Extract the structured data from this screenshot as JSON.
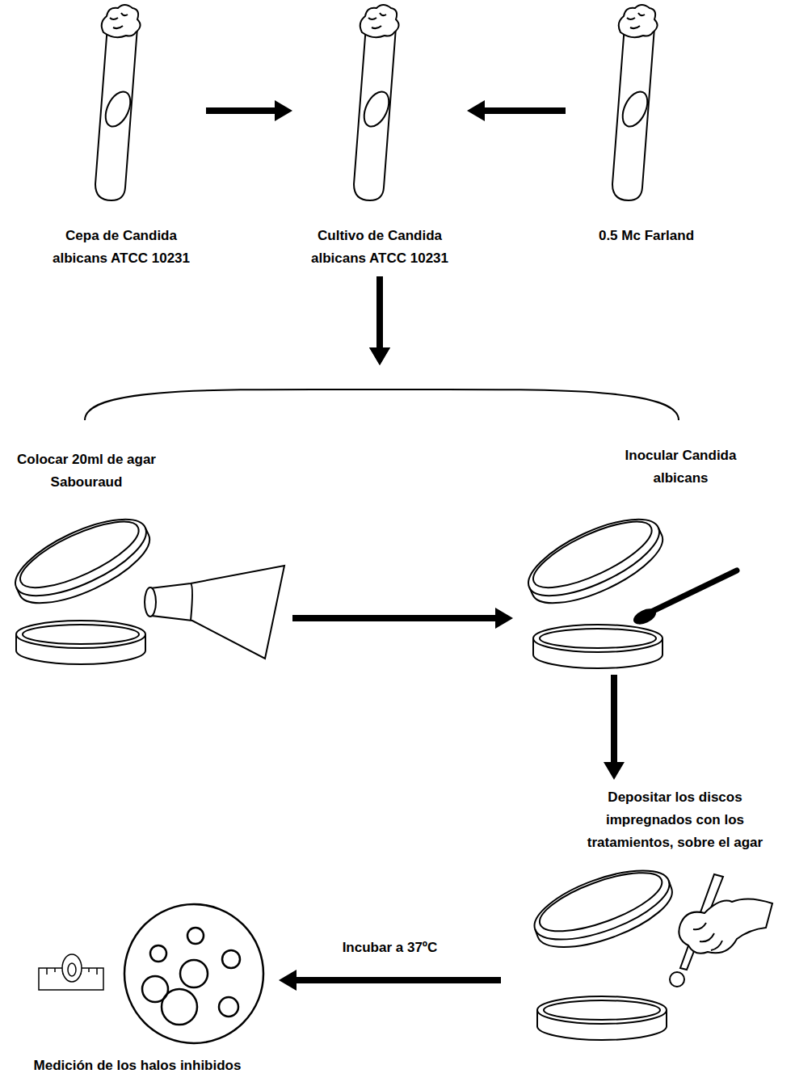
{
  "diagram": {
    "nodes": [
      {
        "text": [
          "Cepa de Candida albicans ATCC 10231"
        ]
      },
      {
        "text": [
          "Cultivo de Candida albicans ATCC 10231"
        ]
      },
      {
        "text": [
          "0.5 Mc Farland"
        ]
      },
      {
        "text": [
          "Colocar 20ml de agar Sabouraud"
        ]
      },
      {
        "text": [
          "Inocular Candida albicans"
        ]
      },
      {
        "text": [
          "Depositar los discos impregnados con los tratamientos, sobre el agar"
        ]
      },
      {
        "text": [
          "Medición de los halos inhibidos"
        ]
      }
    ],
    "edges": [
      {
        "from": 0,
        "to": 1,
        "arrow": "to"
      },
      {
        "from": 2,
        "to": 1,
        "arrow": "to"
      },
      {
        "from": 1,
        "to": 3,
        "arrow": "to"
      },
      {
        "from": 1,
        "to": 4,
        "arrow": "to"
      },
      {
        "from": 3,
        "to": 4,
        "arrow": "to"
      },
      {
        "from": 4,
        "to": 5,
        "arrow": "to"
      },
      {
        "from": 5,
        "to": 6,
        "label": "Incubar a 37ºC",
        "arrow": "to"
      }
    ]
  }
}
